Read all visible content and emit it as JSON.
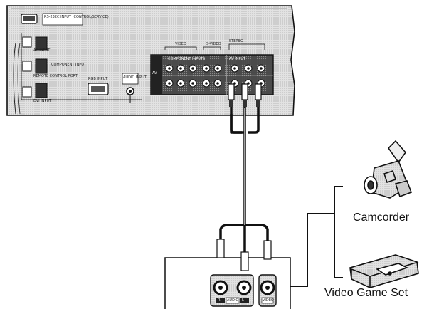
{
  "colors": {
    "panel_fill": "#d6d6d6",
    "jack_panel_fill": "#3a3a3a",
    "cable": "#111111"
  },
  "tv_panel": {
    "rs232c_label": "RS-232C INPUT (CONTROL/SERVICE)",
    "component_label": "COMPONENT INPUT",
    "ac_input_label": "AC INPUT",
    "remote_control_label": "REMOTE CONTROL PORT",
    "dvi_input_label": "DVI INPUT",
    "rgb_input_label": "RGB INPUT",
    "audio_input_label": "AUDIO INPUT",
    "video_label": "VIDEO",
    "svideo_label": "S-VIDEO",
    "stereo_label": "STEREO",
    "component_inputs_label": "COMPONENT INPUTS",
    "av_input_label": "AV INPUT",
    "av_badge": "AV"
  },
  "devices": {
    "camcorder_label": "Camcorder",
    "game_label": "Video Game Set"
  },
  "device_jacks": {
    "r_label": "R",
    "audio_label": "AUDIO",
    "l_label": "L",
    "video_label": "VIDEO"
  },
  "icons": {
    "camcorder": "camcorder-icon",
    "game_console": "game-console-icon"
  }
}
